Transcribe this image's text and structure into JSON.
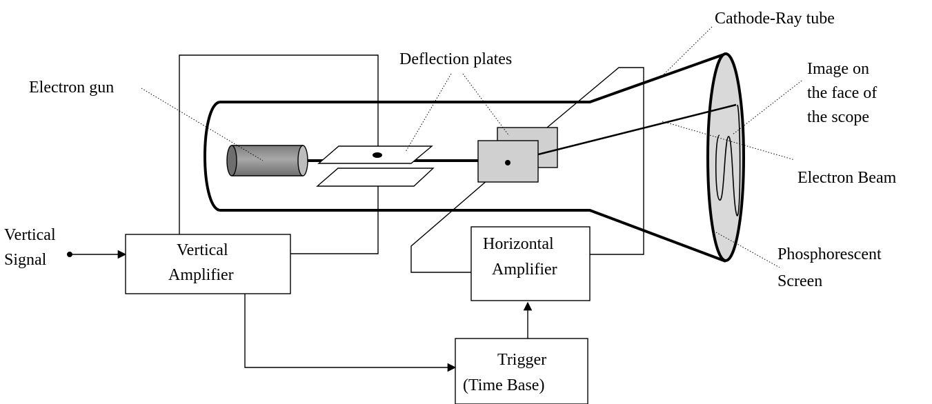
{
  "labels": {
    "crt": "Cathode-Ray tube",
    "deflection": "Deflection plates",
    "gun": "Electron gun",
    "image": [
      "Image on",
      "the face of",
      "the scope"
    ],
    "beam": "Electron Beam",
    "phosphor": [
      "Phosphorescent",
      "Screen"
    ],
    "vsignal": [
      "Vertical",
      "Signal"
    ],
    "vamp": [
      "Vertical",
      "Amplifier"
    ],
    "hamp": [
      "Horizontal",
      "Amplifier"
    ],
    "trigger": [
      "Trigger",
      "(Time Base)"
    ]
  },
  "colors": {
    "line": "#000000",
    "screen": "#d9d9d9",
    "plate": "#d0d0d0",
    "gun_body": "#9a9a9a",
    "gun_end": "#bdbdbd"
  }
}
